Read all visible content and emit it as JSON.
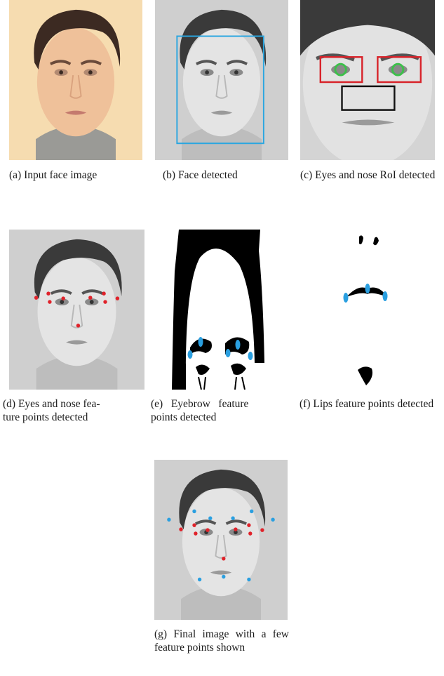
{
  "figure": {
    "panels": [
      {
        "id": "a",
        "caption": "(a) Input face image"
      },
      {
        "id": "b",
        "caption": "(b) Face detected"
      },
      {
        "id": "c",
        "caption": "(c) Eyes and nose RoI detected"
      },
      {
        "id": "d",
        "caption": "(d) Eyes and nose feature points detected",
        "caption_l1": "(d) Eyes and nose fea-",
        "caption_l2": "ture points detected"
      },
      {
        "id": "e",
        "caption": "(e) Eyebrow feature points detected",
        "caption_l1": "(e)   Eyebrow   feature",
        "caption_l2": "points detected"
      },
      {
        "id": "f",
        "caption": "(f) Lips feature points detected"
      },
      {
        "id": "g",
        "caption": "(g) Final image with a few feature points shown"
      }
    ]
  },
  "colors": {
    "face_box": "#2aa6e0",
    "eye_roi": "#d8232a",
    "nose_roi": "#111111",
    "iris_circle": "#3cc04a",
    "red_point": "#e0222a",
    "blue_point": "#2a9fe0"
  }
}
